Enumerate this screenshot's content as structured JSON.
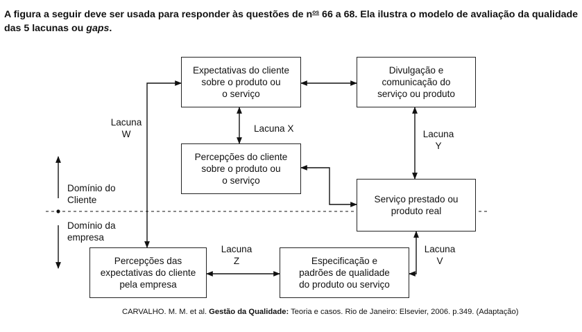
{
  "intro": {
    "part1": "A figura a seguir deve ser usada para responder às questões de n",
    "sup": "os",
    "part2": " 66 a 68. Ela ilustra o modelo de avaliação da qualidade das 5 lacunas ou ",
    "gaps": "gaps",
    "end": "."
  },
  "diagram": {
    "boxes": {
      "expectativas_l1": "Expectativas do cliente",
      "expectativas_l2": "sobre o produto ou",
      "expectativas_l3": "o serviço",
      "divulgacao_l1": "Divulgação e",
      "divulgacao_l2": "comunicação do",
      "divulgacao_l3": "serviço ou produto",
      "percepcoes_l1": "Percepções do cliente",
      "percepcoes_l2": "sobre o produto ou",
      "percepcoes_l3": "o serviço",
      "servico_l1": "Serviço prestado ou",
      "servico_l2": "produto real",
      "percepcoes_empresa_l1": "Percepções das",
      "percepcoes_empresa_l2": "expectativas do cliente",
      "percepcoes_empresa_l3": "pela empresa",
      "especificacao_l1": "Especificação e",
      "especificacao_l2": "padrões de qualidade",
      "especificacao_l3": "do produto ou serviço"
    },
    "gaps": {
      "w_l1": "Lacuna",
      "w_l2": "W",
      "x": "Lacuna X",
      "y_l1": "Lacuna",
      "y_l2": "Y",
      "z_l1": "Lacuna",
      "z_l2": "Z",
      "v_l1": "Lacuna",
      "v_l2": "V"
    },
    "domains": {
      "cliente_l1": "Domínio do",
      "cliente_l2": "Cliente",
      "empresa_l1": "Domínio da",
      "empresa_l2": "empresa"
    }
  },
  "source": {
    "authors": "CARVALHO. M. M. et al. ",
    "title": "Gestão da Qualidade:",
    "rest": " Teoria e casos. Rio de Janeiro: Elsevier, 2006. p.349. (Adaptação)"
  }
}
